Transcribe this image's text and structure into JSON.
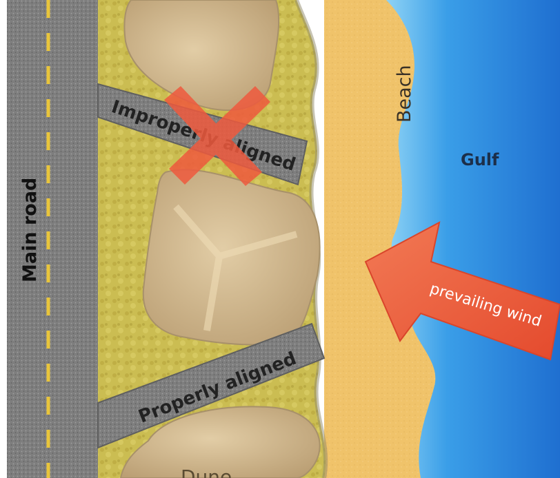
{
  "labels": {
    "main_road": "Main road",
    "improperly_aligned": "Improperly aligned",
    "properly_aligned": "Properly aligned",
    "beach": "Beach",
    "gulf": "Gulf",
    "prevailing_wind": "prevailing wind",
    "dune": "Dune"
  },
  "colors": {
    "road": "#7d7d7d",
    "road_dash": "#e9c53b",
    "vegetation": "#c9b94e",
    "sand": "#efc067",
    "water": "#2f8fe0",
    "dune": "#cdb48c",
    "accent_red": "#ef5a3e"
  },
  "icons": {
    "wrong_mark": "x-mark-icon",
    "wind_direction": "arrow-icon"
  }
}
